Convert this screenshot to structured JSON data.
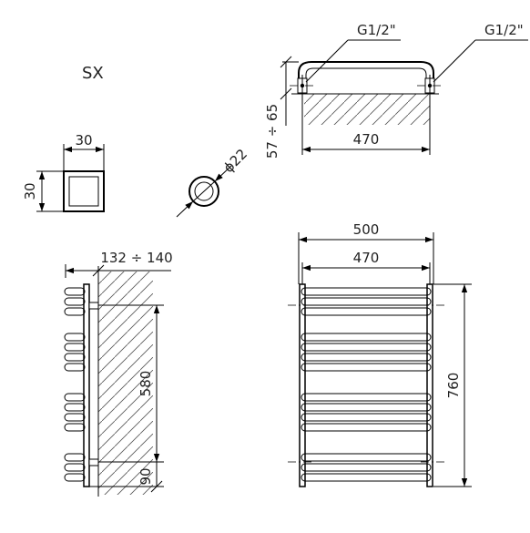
{
  "model": "SX",
  "profile": {
    "width": "30",
    "height": "30"
  },
  "pipe": {
    "diameter": "ϕ22"
  },
  "top_view": {
    "connection_left": "G1/2\"",
    "connection_right": "G1/2\"",
    "wall_distance": "57 ÷ 65",
    "axis_spacing": "470"
  },
  "side_view": {
    "depth": "132 ÷ 140",
    "bracket_spacing": "580",
    "bottom_offset": "90"
  },
  "front_view": {
    "overall_width": "500",
    "axis_spacing": "470",
    "overall_height": "760"
  },
  "colors": {
    "line": "#000000",
    "hatch": "#555555",
    "background": "#ffffff"
  }
}
